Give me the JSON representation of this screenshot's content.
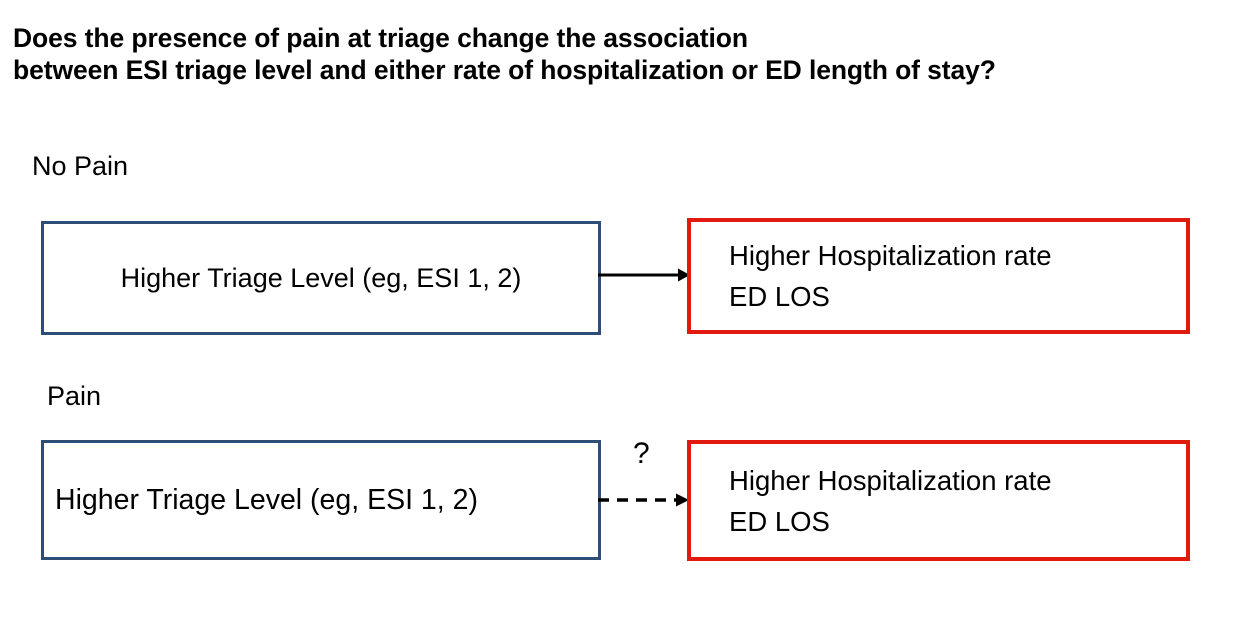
{
  "slide": {
    "title": "Does the presence of pain at triage change the association\nbetween ESI triage level and either rate of hospitalization or ED length of stay?",
    "background_color": "#FFFFFF"
  },
  "colors": {
    "cause_box_border": "#2E4D77",
    "effect_box_border": "#E2190F",
    "text": "#000000",
    "arrow": "#000000"
  },
  "rows": [
    {
      "group_label": "No Pain",
      "cause": {
        "text": "Higher Triage Level  (eg, ESI 1, 2)",
        "border_color": "#2E4D77"
      },
      "connector": {
        "style": "solid",
        "arrowhead": "filled-triangle",
        "annotation": ""
      },
      "effect": {
        "lines": [
          "Higher Hospitalization rate",
          "ED LOS"
        ],
        "border_color": "#E2190F"
      }
    },
    {
      "group_label": "Pain",
      "cause": {
        "text": "Higher Triage Level  (eg, ESI 1, 2)",
        "border_color": "#2E4D77"
      },
      "connector": {
        "style": "dashed",
        "arrowhead": "filled-triangle",
        "annotation": "?"
      },
      "effect": {
        "lines": [
          "Higher Hospitalization rate",
          "ED LOS"
        ],
        "border_color": "#E2190F"
      }
    }
  ]
}
